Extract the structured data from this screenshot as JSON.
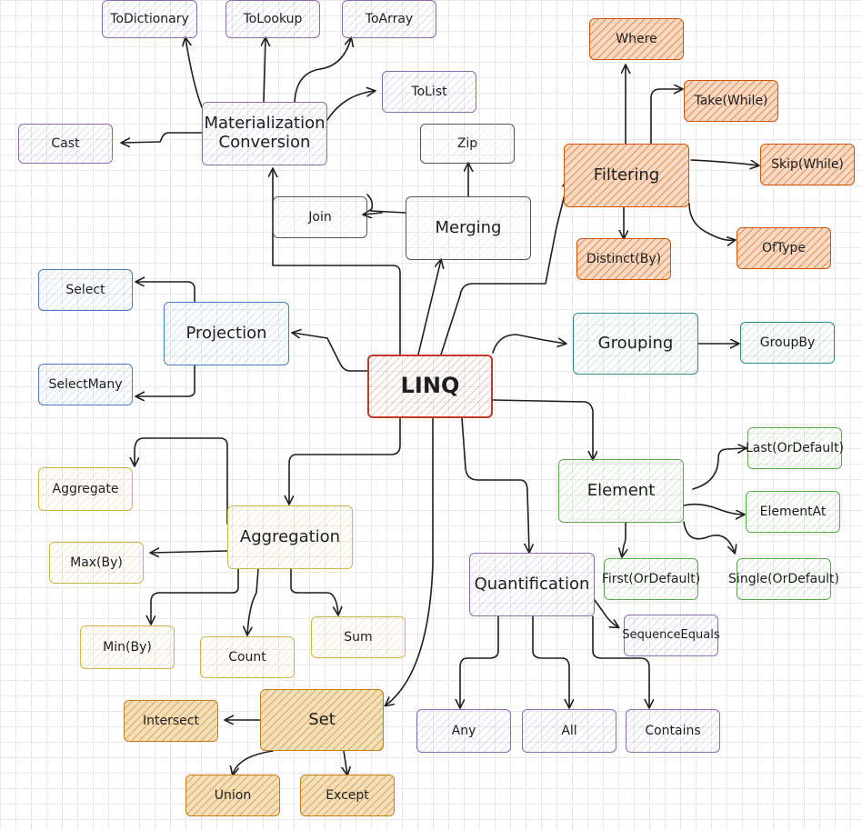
{
  "colors": {
    "red": "#c0392b",
    "orange": "#d35400",
    "purple": "#8e6bb0",
    "blue": "#4a7ac0",
    "gray": "#555555",
    "teal": "#2a8a8c",
    "green": "#5aa74c",
    "yellow": "#d9b24a",
    "amber": "#c57d1a"
  },
  "nodes": {
    "linq": "LINQ",
    "materialization": "Materialization Conversion",
    "to_dictionary": "ToDictionary",
    "to_lookup": "ToLookup",
    "to_array": "ToArray",
    "to_list": "ToList",
    "cast": "Cast",
    "merging": "Merging",
    "zip": "Zip",
    "join": "Join",
    "filtering": "Filtering",
    "where": "Where",
    "take_while": "Take(While)",
    "skip_while": "Skip(While)",
    "distinct_by": "Distinct(By)",
    "of_type": "OfType",
    "projection": "Projection",
    "select": "Select",
    "select_many": "SelectMany",
    "grouping": "Grouping",
    "group_by": "GroupBy",
    "element": "Element",
    "last_or_default": "Last(OrDefault)",
    "element_at": "ElementAt",
    "first_or_default": "First(OrDefault)",
    "single_or_default": "Single(OrDefault)",
    "aggregation": "Aggregation",
    "aggregate": "Aggregate",
    "max_by": "Max(By)",
    "min_by": "Min(By)",
    "count": "Count",
    "sum": "Sum",
    "quantification": "Quantification",
    "sequence_equals": "SequenceEquals",
    "any": "Any",
    "all": "All",
    "contains": "Contains",
    "set": "Set",
    "intersect": "Intersect",
    "union": "Union",
    "except": "Except"
  }
}
